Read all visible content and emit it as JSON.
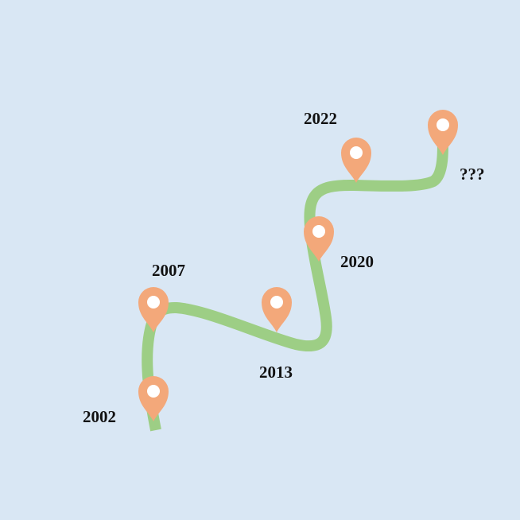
{
  "colors": {
    "background": "#d9e7f4",
    "road": "#9dce85",
    "pin": "#f3a87a",
    "pin_hole": "#ffffff",
    "label_text": "#111111"
  },
  "milestones": [
    {
      "label": "2002",
      "icon": "map-pin-icon"
    },
    {
      "label": "2007",
      "icon": "map-pin-icon"
    },
    {
      "label": "2013",
      "icon": "map-pin-icon"
    },
    {
      "label": "2020",
      "icon": "map-pin-icon"
    },
    {
      "label": "2022",
      "icon": "map-pin-icon"
    },
    {
      "label": "???",
      "icon": "map-pin-icon"
    }
  ]
}
